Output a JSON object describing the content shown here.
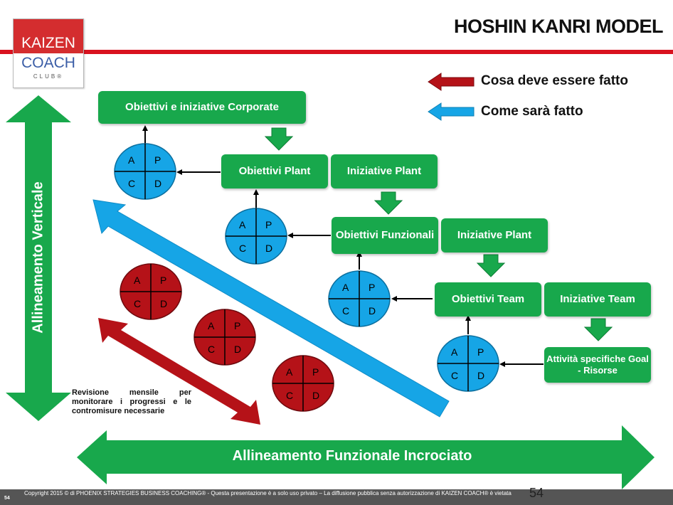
{
  "title": "HOSHIN KANRI MODEL",
  "logo": {
    "line1": "KAIZEN",
    "line2": "COACH",
    "line3": "CLUB®"
  },
  "legend": {
    "red": "Cosa deve essere fatto",
    "blue": "Come sarà fatto"
  },
  "colors": {
    "green": "#18a84c",
    "blue": "#16a5e6",
    "red": "#b51218",
    "accent": "#d9121f"
  },
  "boxes": {
    "corporate": "Obiettivi e iniziative Corporate",
    "obj_plant": "Obiettivi Plant",
    "ini_plant_1": "Iniziative Plant",
    "obj_funz": "Obiettivi Funzionali",
    "ini_plant_2": "Iniziative Plant",
    "obj_team": "Obiettivi Team",
    "ini_team": "Iniziative Team",
    "attivita": "Attività specifiche Goal - Risorse"
  },
  "pdca": {
    "a": "A",
    "p": "P",
    "c": "C",
    "d": "D"
  },
  "vertical_label": "Allineamento Verticale",
  "horizontal_label": "Allineamento Funzionale Incrociato",
  "note": "Revisione mensile per monitorare i progressi e le contromisure necessarie",
  "footer": {
    "copyright": "Copyright 2015 © di PHOENIX STRATEGIES BUSINESS COACHING® - Questa presentazione è a solo uso privato – La diffusione pubblica senza autorizzazione di KAIZEN COACH® è vietata",
    "page_small": "54",
    "page_big": "54"
  }
}
